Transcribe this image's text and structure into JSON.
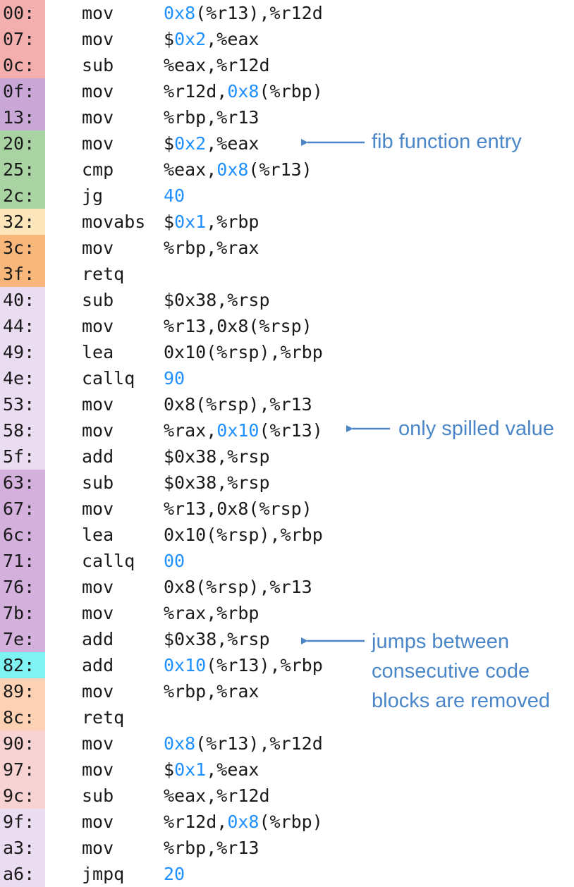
{
  "rows": [
    {
      "addr": "00:",
      "color": "#f3aeae",
      "mnemonic": "mov",
      "operand": [
        {
          "t": "0x8",
          "h": true
        },
        {
          "t": "(%r13),%r12d",
          "h": false
        }
      ]
    },
    {
      "addr": "07:",
      "color": "#f3aeae",
      "mnemonic": "mov",
      "operand": [
        {
          "t": "$",
          "h": false
        },
        {
          "t": "0x2",
          "h": true
        },
        {
          "t": ",%eax",
          "h": false
        }
      ]
    },
    {
      "addr": "0c:",
      "color": "#f3aeae",
      "mnemonic": "sub",
      "operand": [
        {
          "t": "%eax,%r12d",
          "h": false
        }
      ]
    },
    {
      "addr": "0f:",
      "color": "#c9a8d8",
      "mnemonic": "mov",
      "operand": [
        {
          "t": "%r12d,",
          "h": false
        },
        {
          "t": "0x8",
          "h": true
        },
        {
          "t": "(%rbp)",
          "h": false
        }
      ]
    },
    {
      "addr": "13:",
      "color": "#c9a8d8",
      "mnemonic": "mov",
      "operand": [
        {
          "t": "%rbp,%r13",
          "h": false
        }
      ]
    },
    {
      "addr": "20:",
      "color": "#a9d3a2",
      "mnemonic": "mov",
      "operand": [
        {
          "t": "$",
          "h": false
        },
        {
          "t": "0x2",
          "h": true
        },
        {
          "t": ",%eax",
          "h": false
        }
      ]
    },
    {
      "addr": "25:",
      "color": "#a9d3a2",
      "mnemonic": "cmp",
      "operand": [
        {
          "t": "%eax,",
          "h": false
        },
        {
          "t": "0x8",
          "h": true
        },
        {
          "t": "(%r13)",
          "h": false
        }
      ]
    },
    {
      "addr": "2c:",
      "color": "#a9d3a2",
      "mnemonic": "jg",
      "operand": [
        {
          "t": "40",
          "h": true
        }
      ]
    },
    {
      "addr": "32:",
      "color": "#fde6bb",
      "mnemonic": "movabs",
      "operand": [
        {
          "t": "$",
          "h": false
        },
        {
          "t": "0x1",
          "h": true
        },
        {
          "t": ",%rbp",
          "h": false
        }
      ]
    },
    {
      "addr": "3c:",
      "color": "#f8b77a",
      "mnemonic": "mov",
      "operand": [
        {
          "t": "%rbp,%rax",
          "h": false
        }
      ]
    },
    {
      "addr": "3f:",
      "color": "#f8b77a",
      "mnemonic": "retq",
      "operand": []
    },
    {
      "addr": "40:",
      "color": "#eadcf1",
      "mnemonic": "sub",
      "operand": [
        {
          "t": "$0x38,%rsp",
          "h": false
        }
      ]
    },
    {
      "addr": "44:",
      "color": "#eadcf1",
      "mnemonic": "mov",
      "operand": [
        {
          "t": "%r13,0x8(%rsp)",
          "h": false
        }
      ]
    },
    {
      "addr": "49:",
      "color": "#eadcf1",
      "mnemonic": "lea",
      "operand": [
        {
          "t": "0x10(%rsp),%rbp",
          "h": false
        }
      ]
    },
    {
      "addr": "4e:",
      "color": "#eadcf1",
      "mnemonic": "callq",
      "operand": [
        {
          "t": "90",
          "h": true
        }
      ]
    },
    {
      "addr": "53:",
      "color": "#eadcf1",
      "mnemonic": "mov",
      "operand": [
        {
          "t": "0x8(%rsp),%r13",
          "h": false
        }
      ]
    },
    {
      "addr": "58:",
      "color": "#eadcf1",
      "mnemonic": "mov",
      "operand": [
        {
          "t": "%rax,",
          "h": false
        },
        {
          "t": "0x10",
          "h": true
        },
        {
          "t": "(%r13)",
          "h": false
        }
      ]
    },
    {
      "addr": "5f:",
      "color": "#eadcf1",
      "mnemonic": "add",
      "operand": [
        {
          "t": "$0x38,%rsp",
          "h": false
        }
      ]
    },
    {
      "addr": "63:",
      "color": "#d4b0dc",
      "mnemonic": "sub",
      "operand": [
        {
          "t": "$0x38,%rsp",
          "h": false
        }
      ]
    },
    {
      "addr": "67:",
      "color": "#d4b0dc",
      "mnemonic": "mov",
      "operand": [
        {
          "t": "%r13,0x8(%rsp)",
          "h": false
        }
      ]
    },
    {
      "addr": "6c:",
      "color": "#d4b0dc",
      "mnemonic": "lea",
      "operand": [
        {
          "t": "0x10(%rsp),%rbp",
          "h": false
        }
      ]
    },
    {
      "addr": "71:",
      "color": "#d4b0dc",
      "mnemonic": "callq",
      "operand": [
        {
          "t": "00",
          "h": true
        }
      ]
    },
    {
      "addr": "76:",
      "color": "#d4b0dc",
      "mnemonic": "mov",
      "operand": [
        {
          "t": "0x8(%rsp),%r13",
          "h": false
        }
      ]
    },
    {
      "addr": "7b:",
      "color": "#d4b0dc",
      "mnemonic": "mov",
      "operand": [
        {
          "t": "%rax,%rbp",
          "h": false
        }
      ]
    },
    {
      "addr": "7e:",
      "color": "#d4b0dc",
      "mnemonic": "add",
      "operand": [
        {
          "t": "$0x38,%rsp",
          "h": false
        }
      ]
    },
    {
      "addr": "82:",
      "color": "#7ff2f2",
      "mnemonic": "add",
      "operand": [
        {
          "t": "0x10",
          "h": true
        },
        {
          "t": "(%r13),%rbp",
          "h": false
        }
      ]
    },
    {
      "addr": "89:",
      "color": "#fdd2b4",
      "mnemonic": "mov",
      "operand": [
        {
          "t": "%rbp,%rax",
          "h": false
        }
      ]
    },
    {
      "addr": "8c:",
      "color": "#fdd2b4",
      "mnemonic": "retq",
      "operand": []
    },
    {
      "addr": "90:",
      "color": "#f8d3d3",
      "mnemonic": "mov",
      "operand": [
        {
          "t": "0x8",
          "h": true
        },
        {
          "t": "(%r13),%r12d",
          "h": false
        }
      ]
    },
    {
      "addr": "97:",
      "color": "#f8d3d3",
      "mnemonic": "mov",
      "operand": [
        {
          "t": "$",
          "h": false
        },
        {
          "t": "0x1",
          "h": true
        },
        {
          "t": ",%eax",
          "h": false
        }
      ]
    },
    {
      "addr": "9c:",
      "color": "#f8d3d3",
      "mnemonic": "sub",
      "operand": [
        {
          "t": "%eax,%r12d",
          "h": false
        }
      ]
    },
    {
      "addr": "9f:",
      "color": "#eadcf1",
      "mnemonic": "mov",
      "operand": [
        {
          "t": "%r12d,",
          "h": false
        },
        {
          "t": "0x8",
          "h": true
        },
        {
          "t": "(%rbp)",
          "h": false
        }
      ]
    },
    {
      "addr": "a3:",
      "color": "#eadcf1",
      "mnemonic": "mov",
      "operand": [
        {
          "t": "%rbp,%r13",
          "h": false
        }
      ]
    },
    {
      "addr": "a6:",
      "color": "#eadcf1",
      "mnemonic": "jmpq",
      "operand": [
        {
          "t": "20",
          "h": true
        }
      ]
    }
  ],
  "annotations": {
    "fib_entry": "fib function entry",
    "spilled": "only spilled value",
    "jumps_line1": "jumps between",
    "jumps_line2": "consecutive code",
    "jumps_line3": "blocks are removed"
  },
  "colors": {
    "highlight": "#1e90ff",
    "annotation": "#4a86c8",
    "text": "#1a1a1a"
  }
}
